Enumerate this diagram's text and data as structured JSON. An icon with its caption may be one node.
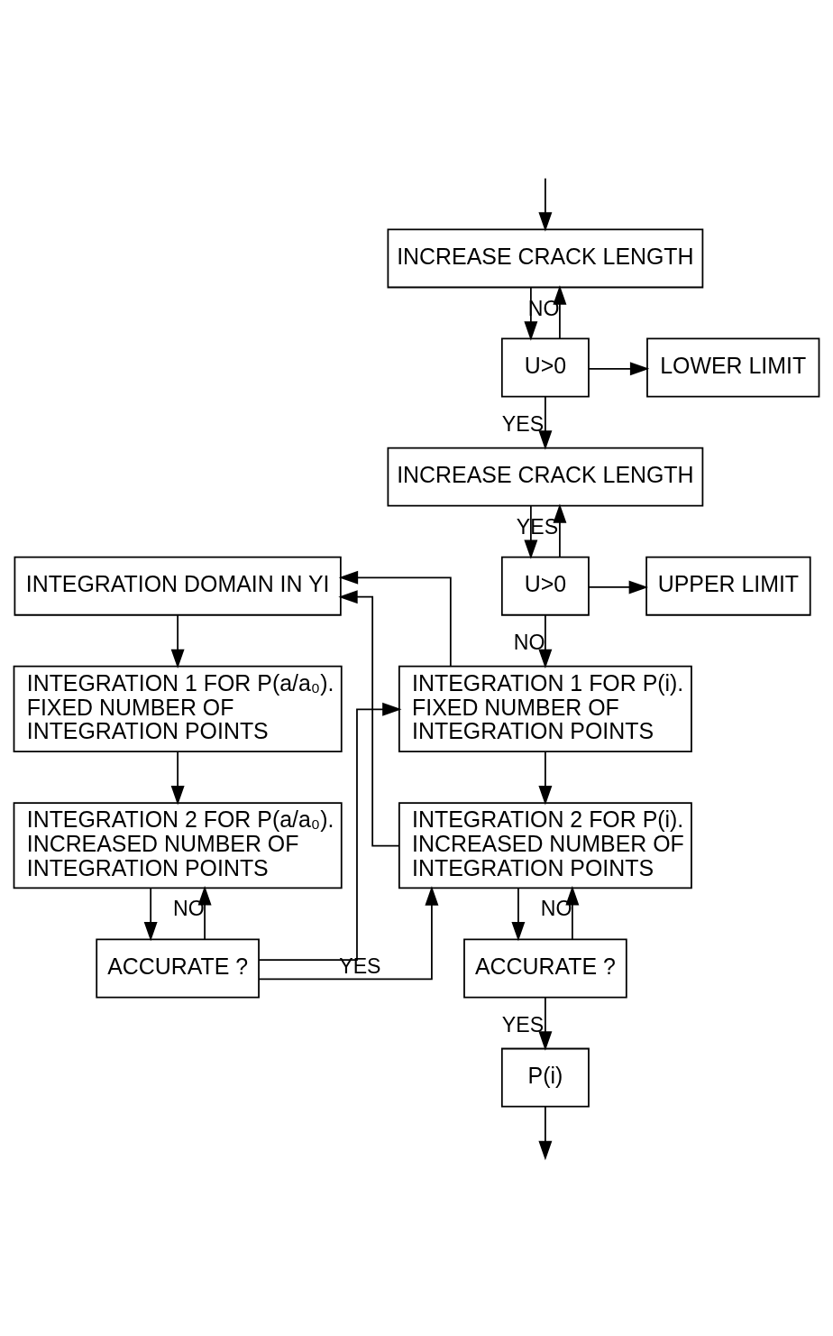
{
  "diagram": {
    "nodes": [
      {
        "text": [
          "INCREASE CRACK LENGTH"
        ]
      },
      {
        "text": [
          "U>0"
        ]
      },
      {
        "text": [
          "LOWER LIMIT"
        ]
      },
      {
        "text": [
          "INCREASE CRACK LENGTH"
        ]
      },
      {
        "text": [
          "U>0"
        ]
      },
      {
        "text": [
          "UPPER LIMIT"
        ]
      },
      {
        "text": [
          "INTEGRATION DOMAIN IN YI"
        ]
      },
      {
        "text": [
          "INTEGRATION 1 FOR P(i). FIXED NUMBER OF INTEGRATION POINTS"
        ]
      },
      {
        "text": [
          "INTEGRATION 1 FOR P(a/a₀). FIXED NUMBER OF INTEGRATION POINTS"
        ]
      },
      {
        "text": [
          "INTEGRATION 2 FOR P(i). INCREASED NUMBER OF INTEGRATION POINTS"
        ]
      },
      {
        "text": [
          "INTEGRATION 2 FOR P(a/a₀). INCREASED NUMBER OF INTEGRATION POINTS"
        ]
      },
      {
        "text": [
          "ACCURATE ?"
        ]
      },
      {
        "text": [
          "ACCURATE ?"
        ]
      },
      {
        "text": [
          "P(i)"
        ]
      }
    ],
    "edges": [
      {
        "from": null,
        "to": 0,
        "arrow": "to"
      },
      {
        "from": 0,
        "to": 1,
        "arrow": "to"
      },
      {
        "from": 1,
        "to": 0,
        "arrow": "to",
        "label": "NO"
      },
      {
        "from": 1,
        "to": 2,
        "arrow": "to"
      },
      {
        "from": 1,
        "to": 3,
        "arrow": "to",
        "label": "YES"
      },
      {
        "from": 3,
        "to": 4,
        "arrow": "to"
      },
      {
        "from": 4,
        "to": 3,
        "arrow": "to",
        "label": "YES"
      },
      {
        "from": 4,
        "to": 5,
        "arrow": "to"
      },
      {
        "from": 4,
        "to": 7,
        "arrow": "to",
        "label": "NO"
      },
      {
        "from": 7,
        "to": 6,
        "arrow": "to"
      },
      {
        "from": 9,
        "to": 6,
        "arrow": "to"
      },
      {
        "from": 6,
        "to": 8,
        "arrow": "to"
      },
      {
        "from": 7,
        "to": 9,
        "arrow": "to"
      },
      {
        "from": 8,
        "to": 10,
        "arrow": "to"
      },
      {
        "from": 9,
        "to": 11,
        "arrow": "to"
      },
      {
        "from": 11,
        "to": 9,
        "arrow": "to",
        "label": "NO"
      },
      {
        "from": 10,
        "to": 12,
        "arrow": "to"
      },
      {
        "from": 12,
        "to": 10,
        "arrow": "to",
        "label": "NO"
      },
      {
        "from": 12,
        "to": 9,
        "arrow": "to",
        "label": "YES"
      },
      {
        "from": 12,
        "to": 7,
        "arrow": "to"
      },
      {
        "from": 11,
        "to": 13,
        "arrow": "to",
        "label": "YES"
      },
      {
        "from": 13,
        "to": null,
        "arrow": "to"
      }
    ]
  }
}
